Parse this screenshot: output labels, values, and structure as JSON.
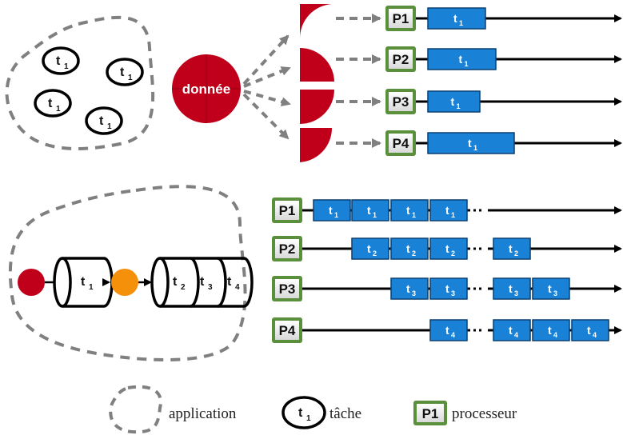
{
  "colors": {
    "data_red": "#c0001a",
    "intermediate_orange": "#f5900a",
    "task_blue": "#1a82d6",
    "processor_green": "#5a8f3c",
    "dashed_gray": "#808080"
  },
  "top": {
    "data_label": "donnée",
    "tasks": [
      {
        "base": "t",
        "sub": "1"
      },
      {
        "base": "t",
        "sub": "1"
      },
      {
        "base": "t",
        "sub": "1"
      },
      {
        "base": "t",
        "sub": "1"
      }
    ],
    "rows": [
      {
        "processor": "P1",
        "task": {
          "base": "t",
          "sub": "1"
        }
      },
      {
        "processor": "P2",
        "task": {
          "base": "t",
          "sub": "1"
        }
      },
      {
        "processor": "P3",
        "task": {
          "base": "t",
          "sub": "1"
        }
      },
      {
        "processor": "P4",
        "task": {
          "base": "t",
          "sub": "1"
        }
      }
    ]
  },
  "bottom": {
    "pipeline_stages": [
      {
        "base": "t",
        "sub": "1"
      },
      {
        "base": "t",
        "sub": "2"
      },
      {
        "base": "t",
        "sub": "3"
      },
      {
        "base": "t",
        "sub": "4"
      }
    ],
    "rows": [
      {
        "processor": "P1",
        "tasks": [
          {
            "base": "t",
            "sub": "1"
          },
          {
            "base": "t",
            "sub": "1"
          },
          {
            "base": "t",
            "sub": "1"
          },
          {
            "base": "t",
            "sub": "1"
          }
        ]
      },
      {
        "processor": "P2",
        "tasks": [
          {
            "base": "t",
            "sub": "2"
          },
          {
            "base": "t",
            "sub": "2"
          },
          {
            "base": "t",
            "sub": "2"
          },
          {
            "base": "t",
            "sub": "2"
          }
        ]
      },
      {
        "processor": "P3",
        "tasks": [
          {
            "base": "t",
            "sub": "3"
          },
          {
            "base": "t",
            "sub": "3"
          },
          {
            "base": "t",
            "sub": "3"
          },
          {
            "base": "t",
            "sub": "3"
          }
        ]
      },
      {
        "processor": "P4",
        "tasks": [
          {
            "base": "t",
            "sub": "4"
          },
          {
            "base": "t",
            "sub": "4"
          },
          {
            "base": "t",
            "sub": "4"
          },
          {
            "base": "t",
            "sub": "4"
          }
        ]
      }
    ]
  },
  "legend": {
    "application": "application",
    "task_example": {
      "base": "t",
      "sub": "1"
    },
    "task_label": "tâche",
    "processor_example": "P1",
    "processor_label": "processeur"
  }
}
